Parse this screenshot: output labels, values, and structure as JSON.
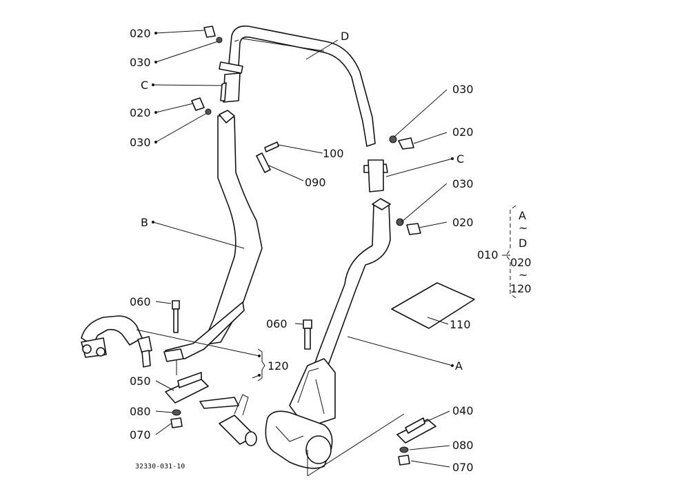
{
  "figure_code": "32330-031-10",
  "labels": {
    "l020_a": "020",
    "l030_a": "030",
    "lC_a": "C",
    "l020_b": "020",
    "l030_b": "030",
    "lD": "D",
    "l100": "100",
    "l090": "090",
    "lB": "B",
    "l030_c": "030",
    "l020_c": "020",
    "lC_b": "C",
    "l030_d": "030",
    "l020_d": "020",
    "l060_a": "060",
    "l060_b": "060",
    "l110": "110",
    "l120": "120",
    "lA": "A",
    "l050": "050",
    "l080_a": "080",
    "l070_a": "070",
    "l040": "040",
    "l080_b": "080",
    "l070_b": "070",
    "l010": "010"
  },
  "group_range": {
    "from": "A",
    "sep1": "~",
    "to": "D",
    "from2": "020",
    "sep2": "~",
    "to2": "120"
  }
}
